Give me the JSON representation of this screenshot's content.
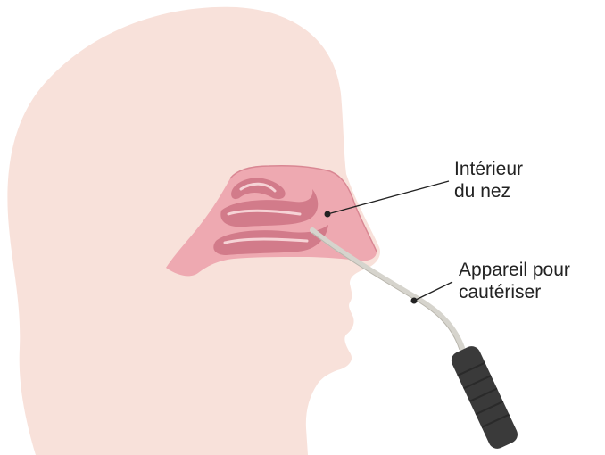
{
  "labels": {
    "nose_interior": {
      "line1": "Intérieur",
      "line2": "du nez"
    },
    "cautery_device": {
      "line1": "Appareil pour",
      "line2": "cautériser"
    }
  },
  "colors": {
    "skin": "#f8e1da",
    "nasal_cavity": "#eea9b1",
    "nasal_cavity_edge": "#d98793",
    "turbinate": "#d27b8a",
    "turbinate_highlight": "#f6d3d6",
    "probe": "#d6d4cd",
    "handle": "#3a3a3a",
    "leader_line": "#222222"
  }
}
